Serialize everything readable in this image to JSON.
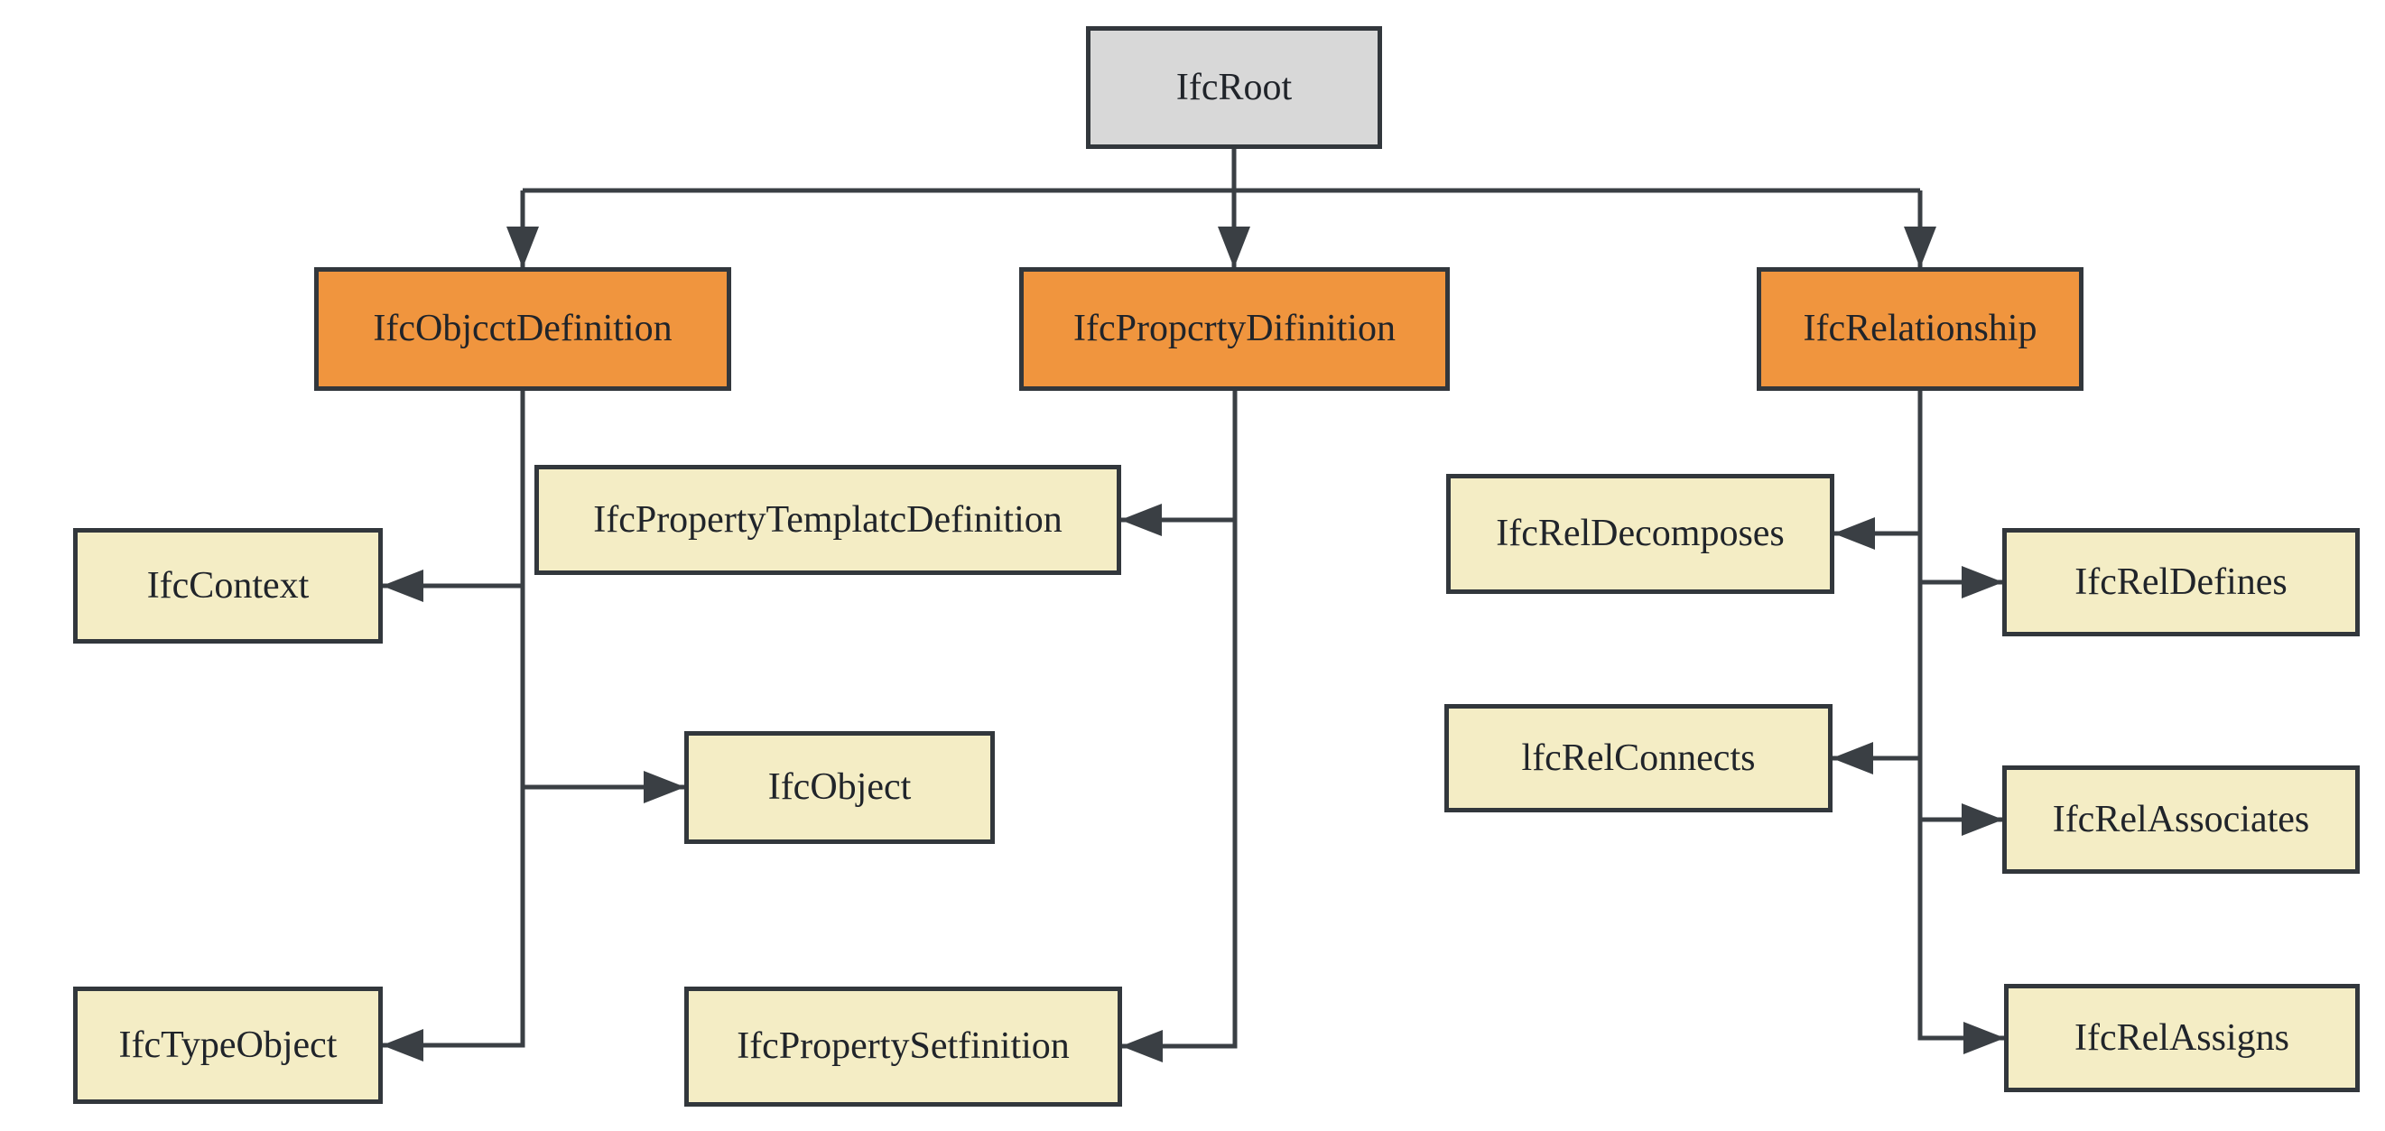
{
  "diagram": {
    "type": "hierarchy",
    "colors": {
      "root_fill": "#d8d8d8",
      "branch_fill": "#f0953e",
      "leaf_fill": "#f4edc5",
      "node_border": "#32373c",
      "connector": "#3a3f44",
      "text": "#20242a",
      "background": "#ffffff"
    },
    "nodes": {
      "root": {
        "label": "IfcRoot"
      },
      "object_definition": {
        "label": "IfcObjcctDefinition"
      },
      "property_definition": {
        "label": "IfcPropcrtyDifinition"
      },
      "relationship": {
        "label": "IfcRelationship"
      },
      "context": {
        "label": "IfcContext"
      },
      "property_template_definition": {
        "label": "IfcPropertyTemplatcDefinition"
      },
      "object": {
        "label": "IfcObject"
      },
      "type_object": {
        "label": "IfcTypeObject"
      },
      "property_setfinition": {
        "label": "IfcPropertySetfinition"
      },
      "rel_decomposes": {
        "label": "IfcRelDecomposes"
      },
      "rel_defines": {
        "label": "IfcRelDefines"
      },
      "rel_connects": {
        "label": "lfcRelConnects"
      },
      "rel_associates": {
        "label": "IfcRelAssociates"
      },
      "rel_assigns": {
        "label": "IfcRelAssigns"
      }
    },
    "edges": [
      {
        "from": "IfcRoot",
        "to": "IfcObjcctDefinition"
      },
      {
        "from": "IfcRoot",
        "to": "IfcPropcrtyDifinition"
      },
      {
        "from": "IfcRoot",
        "to": "IfcRelationship"
      },
      {
        "from": "IfcObjcctDefinition",
        "to": "IfcContext"
      },
      {
        "from": "IfcObjcctDefinition",
        "to": "IfcObject"
      },
      {
        "from": "IfcObjcctDefinition",
        "to": "IfcTypeObject"
      },
      {
        "from": "IfcPropcrtyDifinition",
        "to": "IfcPropertyTemplatcDefinition"
      },
      {
        "from": "IfcPropcrtyDifinition",
        "to": "IfcPropertySetfinition"
      },
      {
        "from": "IfcRelationship",
        "to": "IfcRelDecomposes"
      },
      {
        "from": "IfcRelationship",
        "to": "IfcRelDefines"
      },
      {
        "from": "IfcRelationship",
        "to": "lfcRelConnects"
      },
      {
        "from": "IfcRelationship",
        "to": "IfcRelAssociates"
      },
      {
        "from": "IfcRelationship",
        "to": "IfcRelAssigns"
      }
    ]
  }
}
